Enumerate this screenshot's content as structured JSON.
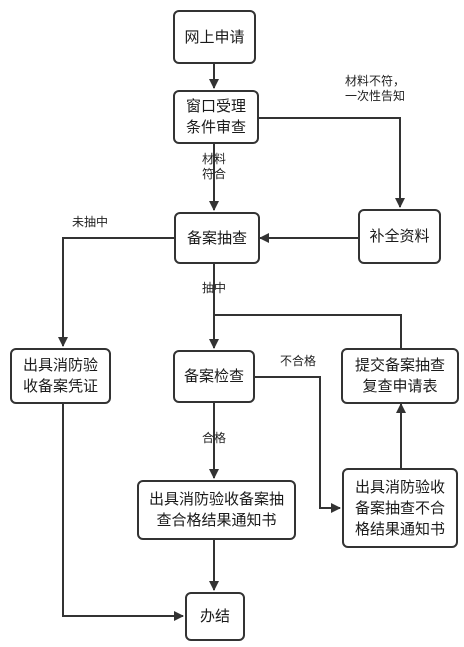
{
  "nodes": {
    "apply_online": "网上申请",
    "window_review": "窗口受理\n条件审查",
    "supplement": "补全资料",
    "record_sampling": "备案抽查",
    "issue_certificate": "出具消防验\n收备案凭证",
    "record_inspection": "备案检查",
    "submit_recheck": "提交备案抽查\n复查申请表",
    "issue_pass_notice": "出具消防验收备案抽\n查合格结果通知书",
    "issue_fail_notice": "出具消防验收\n备案抽查不合\n格结果通知书",
    "completed": "办结"
  },
  "edge_labels": {
    "materials_nonconforming": "材料不符，\n一次性告知",
    "materials_conforming": "材料\n符合",
    "not_sampled": "未抽中",
    "sampled": "抽中",
    "failed": "不合格",
    "passed": "合格"
  },
  "colors": {
    "line": "#333333",
    "box_border": "#333333"
  }
}
